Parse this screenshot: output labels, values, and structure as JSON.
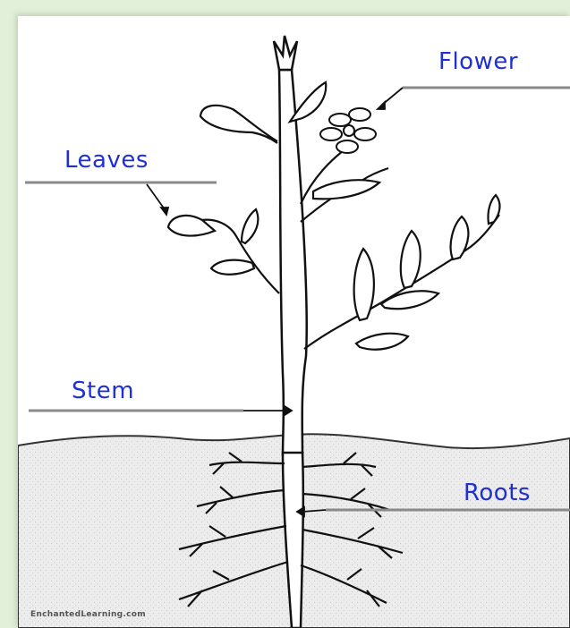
{
  "labels": {
    "flower": "Flower",
    "leaves": "Leaves",
    "stem": "Stem",
    "roots": "Roots"
  },
  "watermark": "EnchantedLearning.com",
  "colors": {
    "label_text": "#1f2fd6",
    "frame": "#e2efd9",
    "soil": "#e9e9e9",
    "pointer_line": "#888888"
  }
}
